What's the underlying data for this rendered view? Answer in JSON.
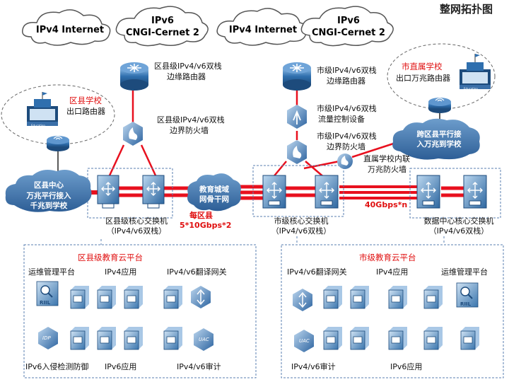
{
  "title": "整网拓扑图",
  "clouds": {
    "ipv4_left": "IPv4 Internet",
    "ipv6_left_l1": "IPv6",
    "ipv6_left_l2": "CNGI-Cernet 2",
    "ipv4_right": "IPv4 Internet",
    "ipv6_right_l1": "IPv6",
    "ipv6_right_l2": "CNGI-Cernet 2"
  },
  "district": {
    "school_name": "区县学校",
    "school_router": "出口路由器",
    "edge_router_l1": "区县级IPv4/v6双栈",
    "edge_router_l2": "边缘路由器",
    "firewall_l1": "区县级IPv4/v6双栈",
    "firewall_l2": "边界防火墙",
    "access_cloud_l1": "区县中心",
    "access_cloud_l2": "万兆平行接入",
    "access_cloud_l3": "千兆到学校",
    "core_l1": "区县级核心交换机",
    "core_l2": "（IPv4/v6双栈）",
    "bandwidth_l1": "每区县",
    "bandwidth_l2": "5*10Gbps*2"
  },
  "backbone": {
    "l1": "教育城域",
    "l2": "网骨干网"
  },
  "city": {
    "edge_router_l1": "市级IPv4/v6双栈",
    "edge_router_l2": "边缘路由器",
    "flow_ctrl_l1": "市级IPv4/v6双栈",
    "flow_ctrl_l2": "流量控制设备",
    "firewall_l1": "市级IPv4/v6双栈",
    "firewall_l2": "边界防火墙",
    "intranet_fw_l1": "直属学校内联",
    "intranet_fw_l2": "万兆防火墙",
    "core_l1": "市级核心交换机",
    "core_l2": "（IPv4/v6双栈）",
    "link_bw": "40Gbps*n"
  },
  "direct_school": {
    "name": "市直属学校",
    "router": "出口万兆路由器",
    "cross_cloud_l1": "跨区县平行接",
    "cross_cloud_l2": "入万兆到学校",
    "education": "Education"
  },
  "datacenter": {
    "core_l1": "数据中心核心交换机",
    "core_l2": "（IPv4/v6双栈）"
  },
  "district_cloud": {
    "title": "区县级教育云平台",
    "ops": "运维管理平台",
    "ipv4_app": "IPv4应用",
    "gateway": "IPv4/v6翻译网关",
    "ids": "IPv6入侵检测防御",
    "ipv6_app": "IPv6应用",
    "audit": "IPv4/v6审计",
    "rlil": "RIIL",
    "idp": "IDP",
    "uac": "UAC"
  },
  "city_cloud": {
    "title": "市级教育云平台",
    "gateway": "IPv4/v6翻译网关",
    "ipv4_app": "IPv4应用",
    "ops": "运维管理平台",
    "audit": "IPv4/v6审计",
    "ipv6_app": "IPv6应用",
    "rlil": "RIIL",
    "uac": "UAC"
  },
  "colors": {
    "red_link": "#e8101e",
    "cloud_blue": "#3a6fa8",
    "device_blue": "#2f6fae",
    "dash_blue": "#5a7fb0"
  }
}
